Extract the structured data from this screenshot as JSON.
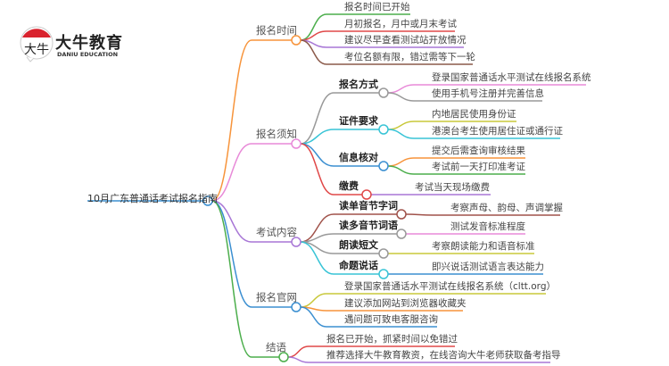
{
  "logo": {
    "cn": "大牛教育",
    "en": "DANIU EDUCATION",
    "mark": "大牛"
  },
  "root": "10月广东普通话考试报名指南",
  "branches": [
    {
      "label": "报名时间",
      "color": "#f7943b",
      "items": [
        "报名时间已开始",
        "月初报名，月中或月末考试",
        "建议尽早查看测试站开放情况",
        "考位名额有限，错过需等下一轮"
      ]
    },
    {
      "label": "报名须知",
      "color": "#e88ad8",
      "subs": [
        {
          "label": "报名方式",
          "items": [
            "登录国家普通话水平测试在线报名系统",
            "使用手机号注册并完善信息"
          ]
        },
        {
          "label": "证件要求",
          "items": [
            "内地居民使用身份证",
            "港澳台考生使用居住证或通行证"
          ]
        },
        {
          "label": "信息核对",
          "items": [
            "提交后需查询审核结果",
            "考试前一天打印准考证"
          ]
        },
        {
          "label": "缴费",
          "items": [
            "考试当天现场缴费"
          ]
        }
      ]
    },
    {
      "label": "考试内容",
      "color": "#a877d6",
      "subs": [
        {
          "label": "读单音节字词",
          "items": [
            "考察声母、韵母、声调掌握"
          ]
        },
        {
          "label": "读多音节词语",
          "items": [
            "测试发音标准程度"
          ]
        },
        {
          "label": "朗读短文",
          "items": [
            "考察朗读能力和语音标准"
          ]
        },
        {
          "label": "命题说话",
          "items": [
            "即兴说话测试语言表达能力"
          ]
        }
      ]
    },
    {
      "label": "报名官网",
      "color": "#3b8fd1",
      "items": [
        "登录国家普通话水平测试在线报名系统（cltt.org）",
        "建议添加网站到浏览器收藏夹",
        "遇问题可致电客服咨询"
      ]
    },
    {
      "label": "结语",
      "color": "#4cae4c",
      "items": [
        "报名已开始，抓紧时间以免错过",
        "推荐选择大牛教育教资，在线咨询大牛老师获取备考指导"
      ]
    }
  ]
}
